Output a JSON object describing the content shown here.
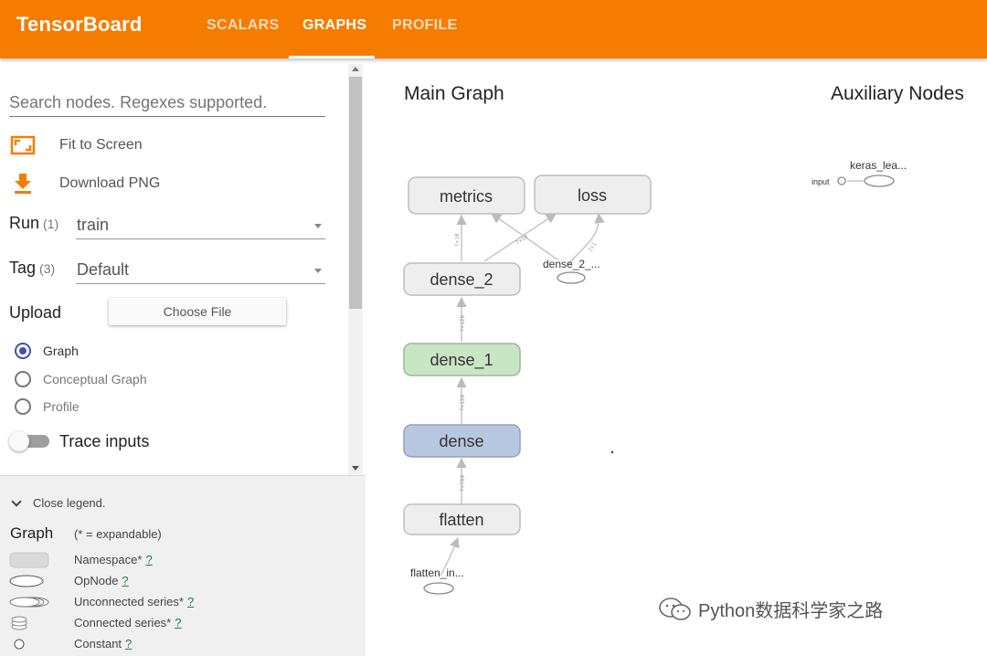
{
  "header": {
    "title": "TensorBoard",
    "tabs": [
      {
        "label": "SCALARS",
        "active": false
      },
      {
        "label": "GRAPHS",
        "active": true
      },
      {
        "label": "PROFILE",
        "active": false
      }
    ],
    "color": "#f57c00"
  },
  "sidebar": {
    "search_placeholder": "Search nodes. Regexes supported.",
    "fit_label": "Fit to Screen",
    "download_label": "Download PNG",
    "run": {
      "label": "Run",
      "count": "(1)",
      "value": "train"
    },
    "tag": {
      "label": "Tag",
      "count": "(3)",
      "value": "Default"
    },
    "upload_label": "Upload",
    "choose_file_label": "Choose File",
    "radios": [
      {
        "label": "Graph",
        "checked": true
      },
      {
        "label": "Conceptual Graph",
        "checked": false
      },
      {
        "label": "Profile",
        "checked": false
      }
    ],
    "trace_label": "Trace inputs",
    "trace_on": false
  },
  "legend": {
    "toggle_label": "Close legend.",
    "title": "Graph",
    "note": "(* = expandable)",
    "items": [
      {
        "label": "Namespace*",
        "help": "?"
      },
      {
        "label": "OpNode",
        "help": "?"
      },
      {
        "label": "Unconnected series*",
        "help": "?"
      },
      {
        "label": "Connected series*",
        "help": "?"
      },
      {
        "label": "Constant",
        "help": "?"
      }
    ]
  },
  "main": {
    "title": "Main Graph",
    "aux_title": "Auxiliary Nodes",
    "nodes": {
      "metrics": "metrics",
      "loss": "loss",
      "dense_2": "dense_2",
      "dense_1": "dense_1",
      "dense": "dense",
      "flatten": "flatten",
      "dense_2_target": "dense_2_...",
      "flatten_input": "flatten_in...",
      "keras_learning": "keras_lea...",
      "aux_input": "input"
    },
    "edge_labels": [
      "?×10",
      "?×10",
      "?×1",
      "?×128",
      "?×128",
      "?×784"
    ],
    "colors": {
      "namespace": "#eeeeee",
      "dense_1": "#c8e6c3",
      "dense": "#b8c7e0"
    }
  },
  "watermark": "Python数据科学家之路"
}
